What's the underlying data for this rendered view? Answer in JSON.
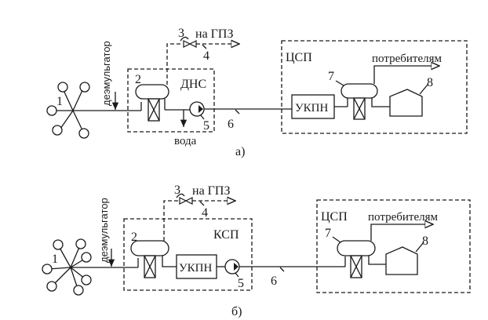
{
  "diagrams": [
    {
      "caption": "а)",
      "well_cluster_label": "1",
      "demulsifier_label": "деэмульгатор",
      "separator_label": "2",
      "valve_label": "3",
      "gas_line_label": "4",
      "gas_destination": "на ГПЗ",
      "station_label": "ДНС",
      "pump_label": "5",
      "water_outlet_label": "вода",
      "pipeline_label": "6",
      "central_station_label": "ЦСП",
      "treatment_unit_label": "УКПН",
      "central_separator_label": "7",
      "consumer_label": "потребителям",
      "tank_label": "8"
    },
    {
      "caption": "б)",
      "well_cluster_label": "1",
      "demulsifier_label": "деэмульгатор",
      "separator_label": "2",
      "valve_label": "3",
      "gas_line_label": "4",
      "gas_destination": "на ГПЗ",
      "station_label": "КСП",
      "treatment_unit_label": "УКПН",
      "pump_label": "5",
      "pipeline_label": "6",
      "central_station_label": "ЦСП",
      "central_separator_label": "7",
      "consumer_label": "потребителям",
      "tank_label": "8"
    }
  ]
}
